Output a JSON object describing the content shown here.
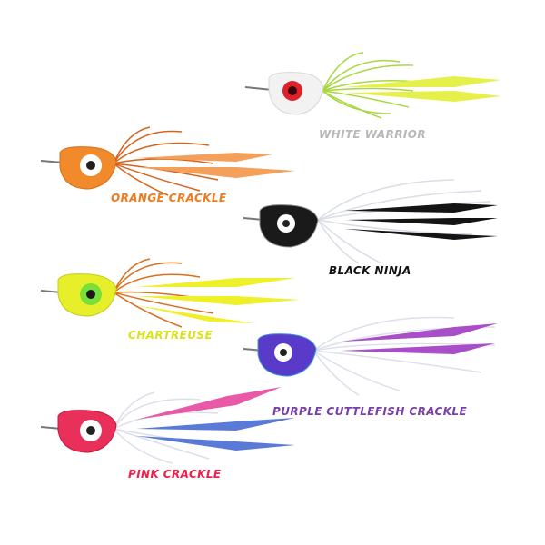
{
  "lures": [
    {
      "name": "WHITE WARRIOR",
      "color": "#b8b8b8",
      "head": "#f2f2f2",
      "eye": "#e0202a",
      "skirt": "#c9ec5a",
      "tails": "#e8f25a"
    },
    {
      "name": "ORANGE CRACKLE",
      "color": "#f07a1e",
      "head": "#f08a2a",
      "eye": "#ffffff",
      "skirt": "#e07524",
      "tails": "#f3a05a"
    },
    {
      "name": "BLACK NINJA",
      "color": "#111111",
      "head": "#1a1a1a",
      "eye": "#ffffff",
      "skirt": "#e6e6ee",
      "tails": "#141414"
    },
    {
      "name": "CHARTREUSE",
      "color": "#d9e21a",
      "head": "#e6ef2a",
      "eye": "#7adf3a",
      "skirt": "#e07a28",
      "tails": "#eef02a"
    },
    {
      "name": "PURPLE CUTTLEFISH CRACKLE",
      "color": "#7a3fa8",
      "head": "#5a3ac8",
      "eye": "#ffffff",
      "skirt": "#e8e8f0",
      "tails": "#a84ec8"
    },
    {
      "name": "PINK CRACKLE",
      "color": "#ee1f4b",
      "head": "#e8305a",
      "eye": "#ffffff",
      "skirt": "#e8e8f0",
      "tails": "#e85aa8"
    }
  ]
}
